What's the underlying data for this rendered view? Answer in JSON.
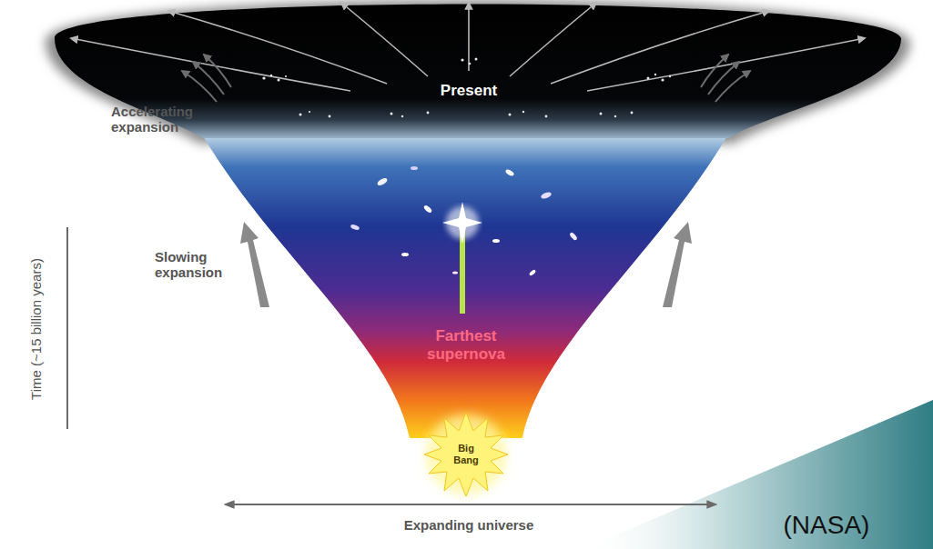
{
  "diagram": {
    "labels": [
      "Present",
      "Accelerating expansion",
      "Slowing expansion",
      "Farthest supernova",
      "Big Bang",
      "Time (~15 billion years)",
      "Expanding universe",
      "(NASA)"
    ]
  }
}
